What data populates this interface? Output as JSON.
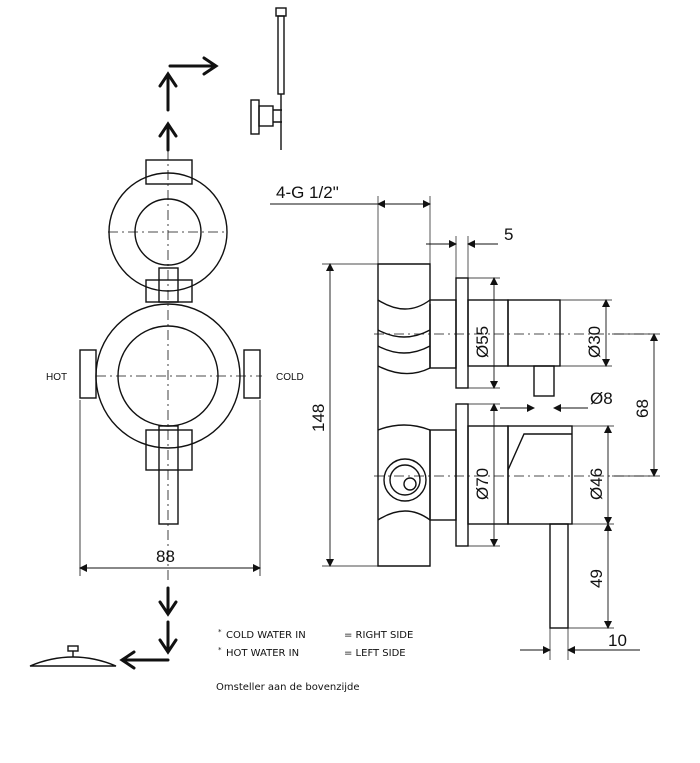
{
  "thread_label": "4-G 1/2\"",
  "dimensions": {
    "width_front": "88",
    "height_total": "148",
    "offset_right": "68",
    "plate_thickness": "5",
    "dia_upper_plate": "Ø55",
    "dia_upper_body": "Ø30",
    "dia_pin": "Ø8",
    "dia_lower_plate": "Ø70",
    "dia_lower_body": "Ø46",
    "lever_length": "49",
    "lever_width": "10"
  },
  "side_labels": {
    "hot": "HOT",
    "cold": "COLD"
  },
  "notes": [
    {
      "marker": "*",
      "label": "COLD WATER  IN",
      "value": "= RIGHT SIDE"
    },
    {
      "marker": "*",
      "label": "HOT WATER IN",
      "value": "= LEFT SIDE"
    }
  ],
  "footer_note": "Omsteller aan de bovenzijde",
  "icons": [
    "hand-shower-icon",
    "rain-shower-head-icon",
    "arrow-icon"
  ]
}
